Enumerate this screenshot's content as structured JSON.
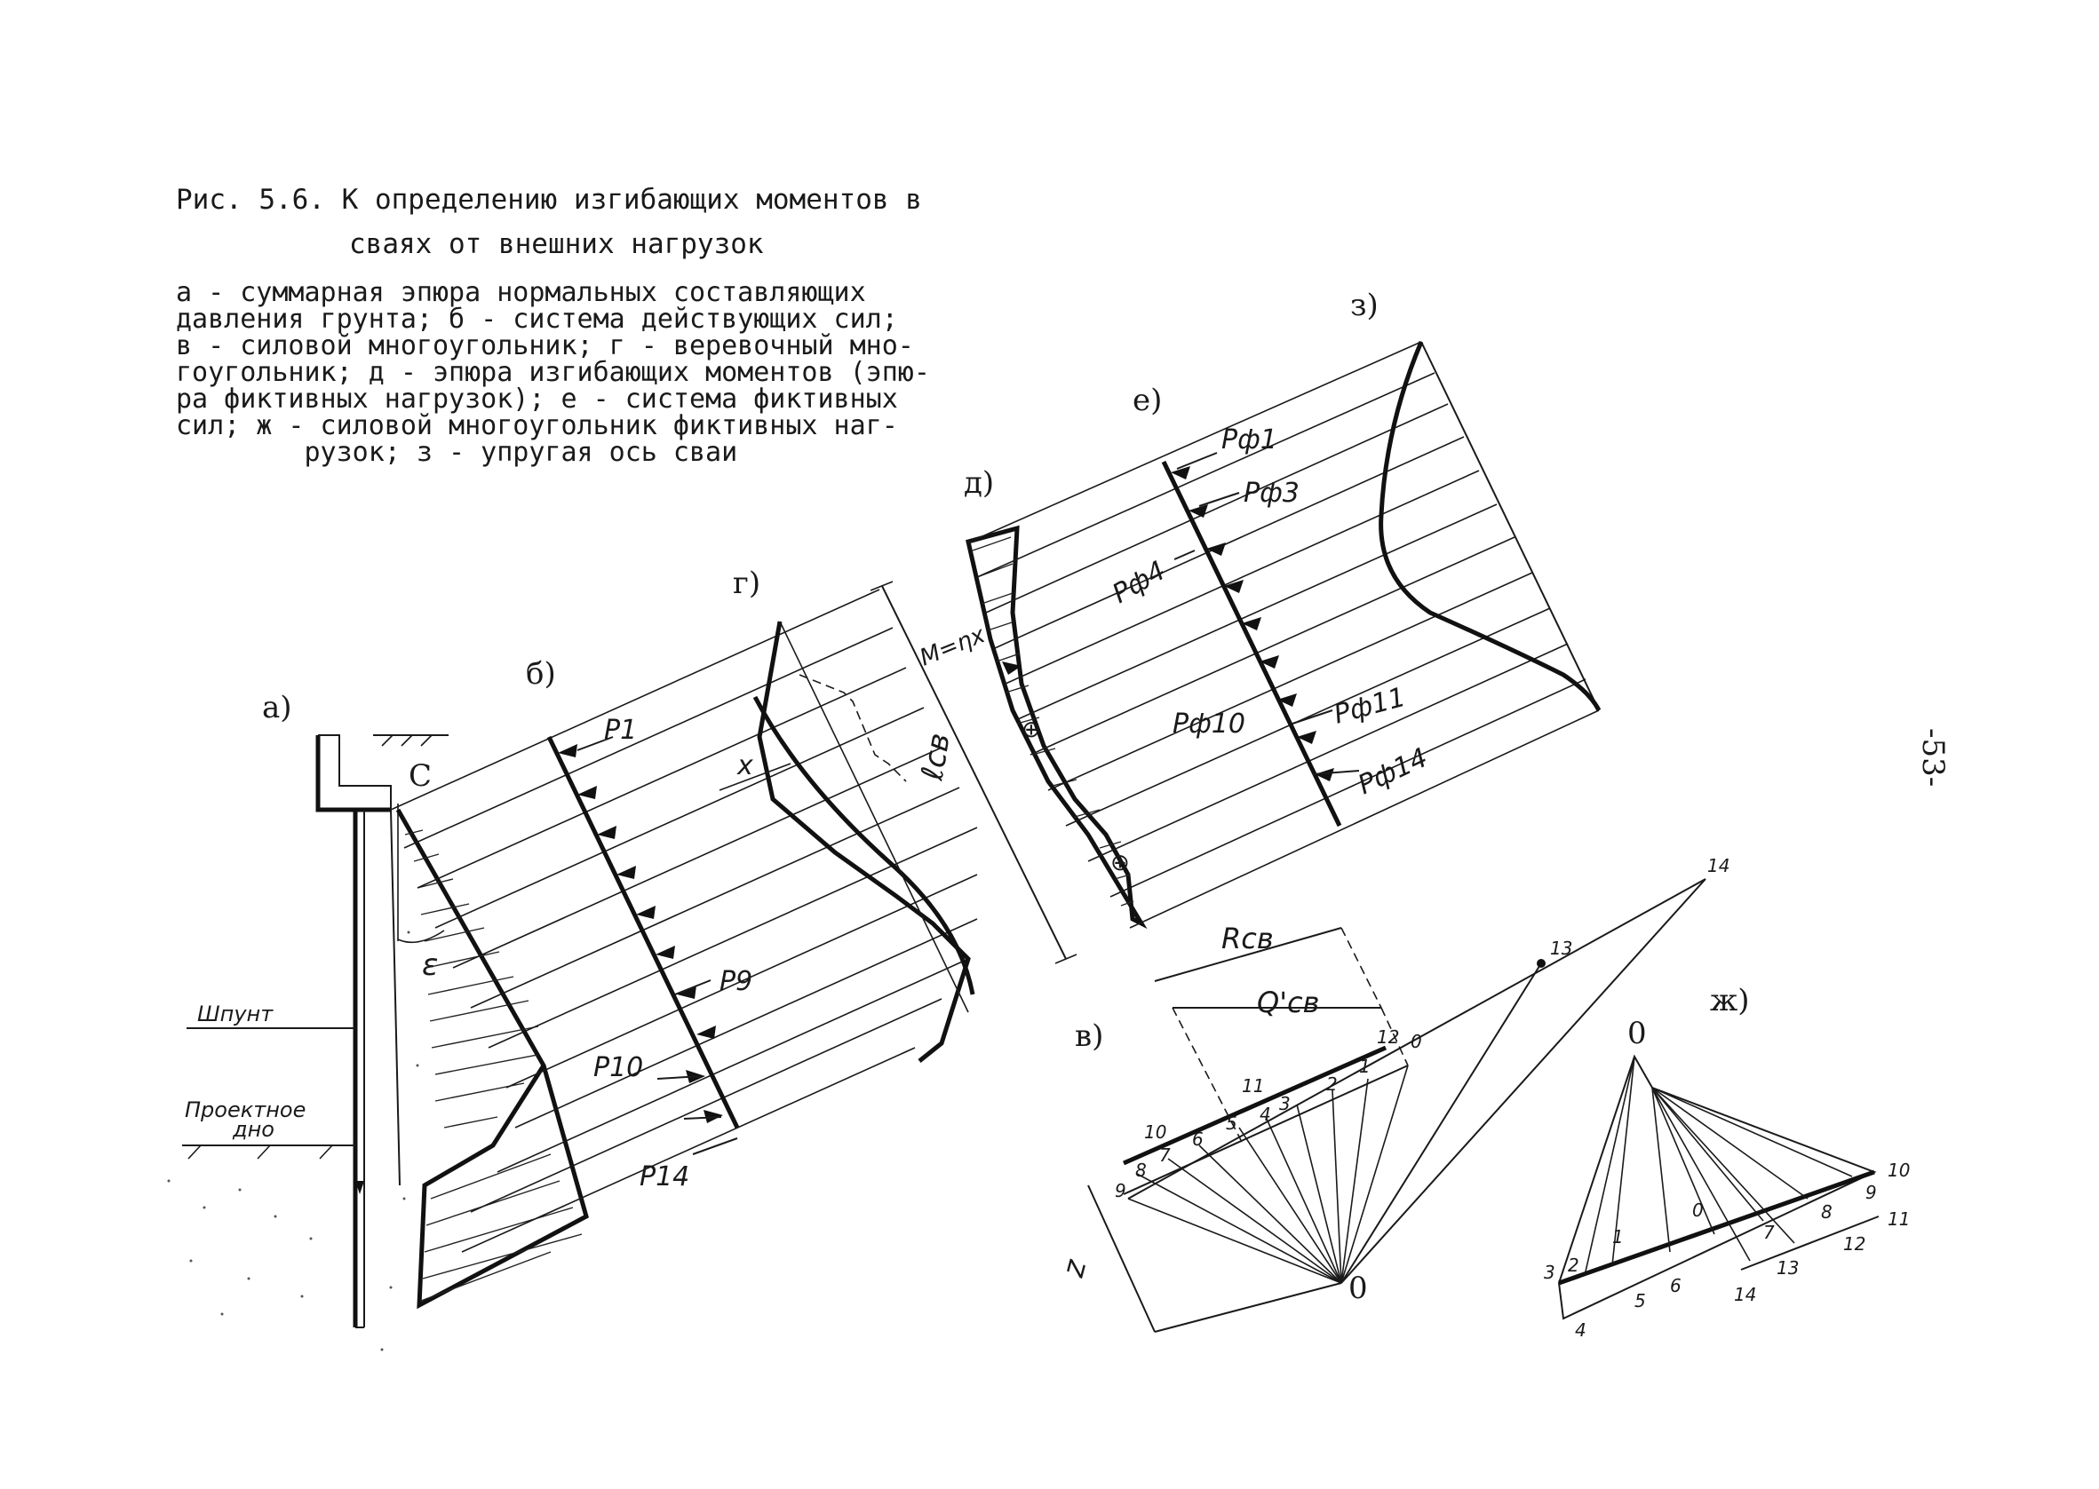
{
  "caption": {
    "title_line1": "Рис. 5.6. К определению изгибающих моментов в",
    "title_line2": "сваях от внешних нагрузок",
    "legend": [
      "а - суммарная эпюра нормальных составляющих",
      "давления грунта; б - система действующих сил;",
      "в - силовой многоугольник; г - веревочный мно-",
      "гоугольник; д - эпюра изгибающих моментов (эпю-",
      "ра фиктивных нагрузок); е - система фиктивных",
      "сил; ж - силовой многоугольник фиктивных наг-",
      "        рузок; з - упругая ось сваи"
    ]
  },
  "panel_labels": {
    "a": "а)",
    "b": "б)",
    "v": "в)",
    "g": "г)",
    "d": "д)",
    "e": "е)",
    "zh": "ж)",
    "z": "з)"
  },
  "labels": {
    "c": "С",
    "epsilon": "ε",
    "shpunt": "Шпунт",
    "proj_bottom_1": "Проектное",
    "proj_bottom_2": "дно",
    "x_label": "x",
    "l_sv": "ℓсв",
    "moment_formula": "M=ηx",
    "z": "z",
    "r_sv": "Rсв",
    "q_sv": "Q'св",
    "page_number": "-53-",
    "pole_v": "0",
    "pole_zh": "0"
  },
  "forces_b": [
    "P1",
    "P9",
    "P10",
    "P14"
  ],
  "forces_e": [
    "Pф1",
    "Pф3",
    "Pф4",
    "Pф10",
    "Pф11",
    "Pф14"
  ],
  "polygon_v_points": [
    "0",
    "1",
    "2",
    "3",
    "4",
    "5",
    "6",
    "7",
    "8",
    "9",
    "10",
    "11",
    "12",
    "13",
    "14"
  ],
  "polygon_zh_points": [
    "0",
    "1",
    "2",
    "3",
    "4",
    "5",
    "6",
    "7",
    "8",
    "9",
    "10",
    "11",
    "12",
    "13",
    "14"
  ]
}
